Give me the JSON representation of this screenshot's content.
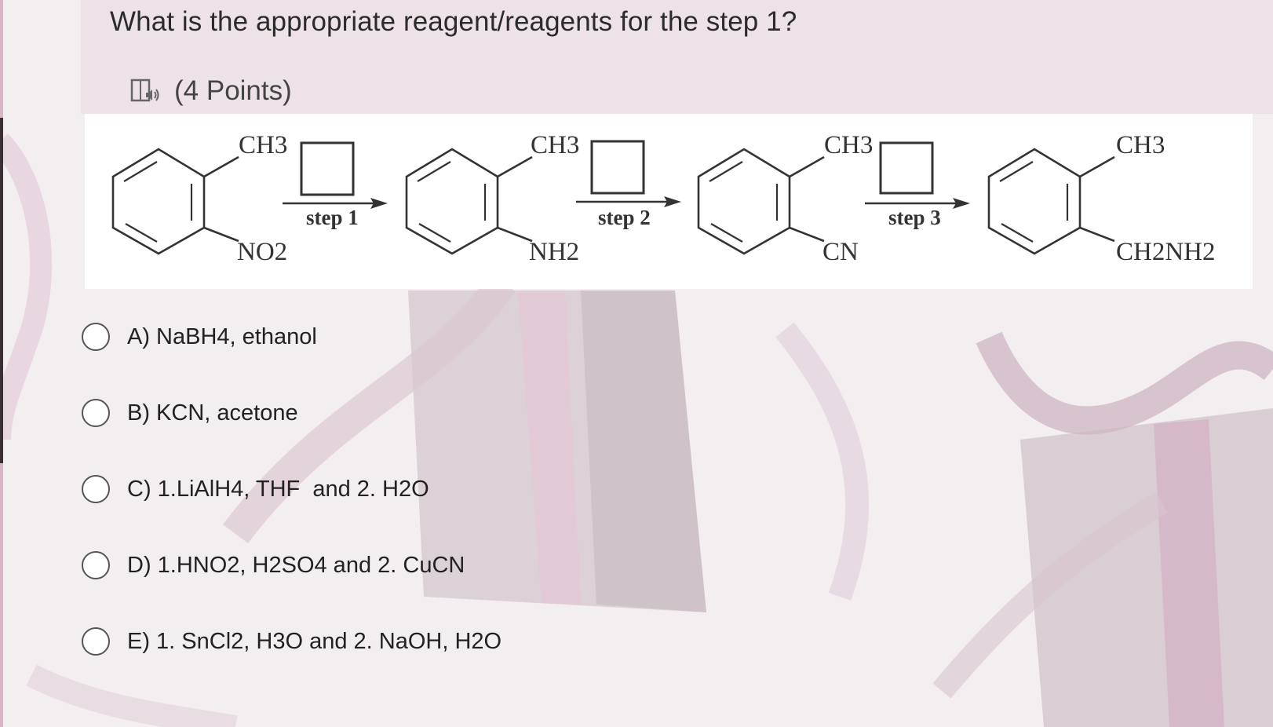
{
  "question": {
    "title": "What is the appropriate reagent/reagents for the step 1?",
    "points": "(4 Points)"
  },
  "figure": {
    "compounds": [
      {
        "top": "CH3",
        "bottom": "NO2"
      },
      {
        "top": "CH3",
        "bottom": "NH2"
      },
      {
        "top": "CH3",
        "bottom": "CN"
      },
      {
        "top": "CH3",
        "bottom": "CH2NH2"
      }
    ],
    "steps": [
      "step 1",
      "step 2",
      "step 3"
    ]
  },
  "options": [
    {
      "label": "A) NaBH4, ethanol"
    },
    {
      "label": "B) KCN, acetone"
    },
    {
      "label": "C) 1.LiAlH4, THF  and 2. H2O"
    },
    {
      "label": "D) 1.HNO2, H2SO4 and 2. CuCN"
    },
    {
      "label": "E) 1. SnCl2, H3O and 2. NaOH, H2O"
    }
  ],
  "icons": {
    "immersive_reader": "immersive-reader-icon",
    "radio": "radio-button"
  },
  "colors": {
    "page_bg": "#f3eef0",
    "card_bg": "#ece0e6",
    "ribbon": "#c9a9bd"
  }
}
